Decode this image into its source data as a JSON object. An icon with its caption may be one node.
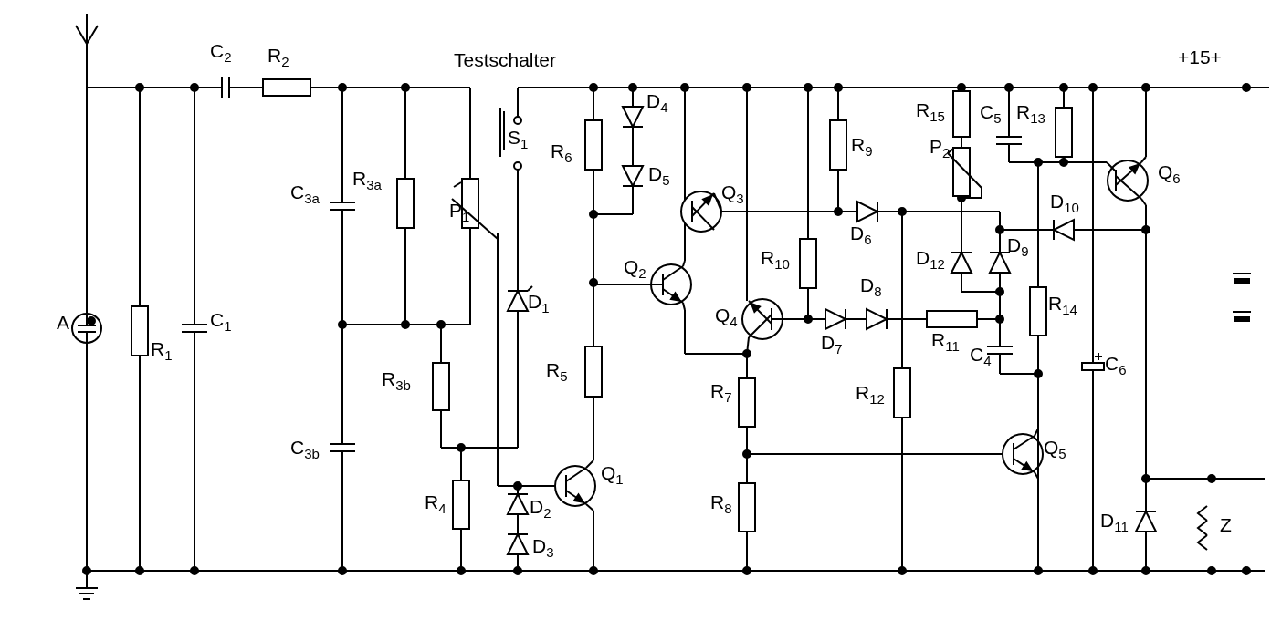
{
  "diagram": {
    "labels": [
      "Testschalter",
      "+15+",
      "C$_{2}$",
      "R$_{2}$",
      "S$_{1}$",
      "R$_{6}$",
      "D$_{4}$",
      "D$_{5}$",
      "Q$_{3}$",
      "R$_{9}$",
      "R$_{15}$",
      "C$_{5}$",
      "R$_{13}$",
      "P$_{2}$",
      "Q$_{6}$",
      "C$_{3a}$",
      "R$_{3a}$",
      "P$_{1}$",
      "D$_{10}$",
      "D$_{6}$",
      "D$_{12}$",
      "D$_{9}$",
      "R$_{10}$",
      "Q$_{2}$",
      "D$_{8}$",
      "A",
      "R$_{1}$",
      "C$_{1}$",
      "D$_{1}$",
      "Q$_{4}$",
      "D$_{7}$",
      "R$_{11}$",
      "C$_{4}$",
      "R$_{14}$",
      "R$_{3b}$",
      "R$_{5}$",
      "R$_{7}$",
      "R$_{12}$",
      "C$_{6}$",
      "C$_{3b}$",
      "Q$_{5}$",
      "Q$_{1}$",
      "R$_{4}$",
      "D$_{2}$",
      "R$_{8}$",
      "D$_{11}$",
      "Z",
      "D$_{3}$"
    ]
  }
}
